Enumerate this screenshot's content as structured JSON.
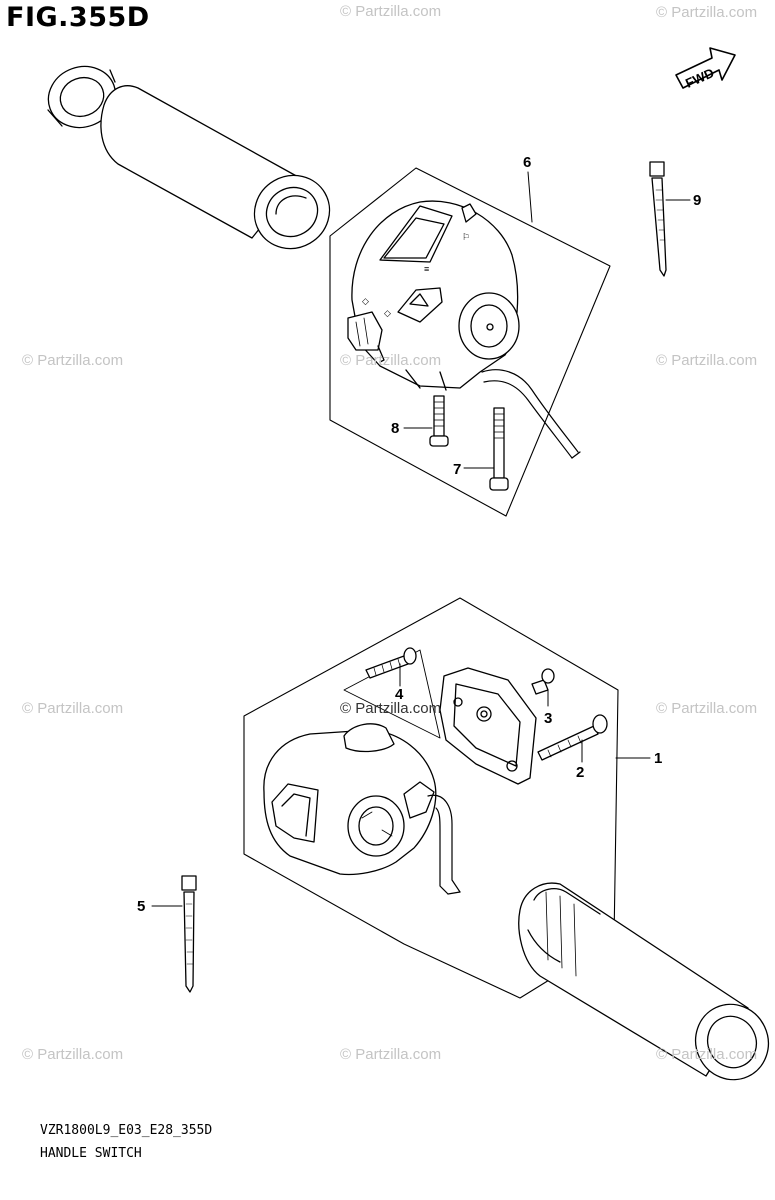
{
  "figure_title": "FIG.355D",
  "fwd_label": "FWD",
  "footer": {
    "code": "VZR1800L9_E03_E28_355D",
    "name": "HANDLE SWITCH"
  },
  "watermark": "© Partzilla.com",
  "callouts": [
    "1",
    "2",
    "3",
    "4",
    "5",
    "6",
    "7",
    "8",
    "9"
  ]
}
